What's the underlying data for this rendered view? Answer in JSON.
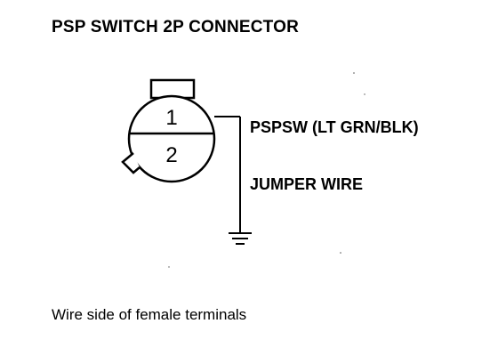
{
  "title": "PSP SWITCH 2P CONNECTOR",
  "connector": {
    "pin_1": "1",
    "pin_2": "2"
  },
  "labels": {
    "pspsw": "PSPSW (LT GRN/BLK)",
    "jumper": "JUMPER WIRE"
  },
  "caption": "Wire side of female terminals"
}
